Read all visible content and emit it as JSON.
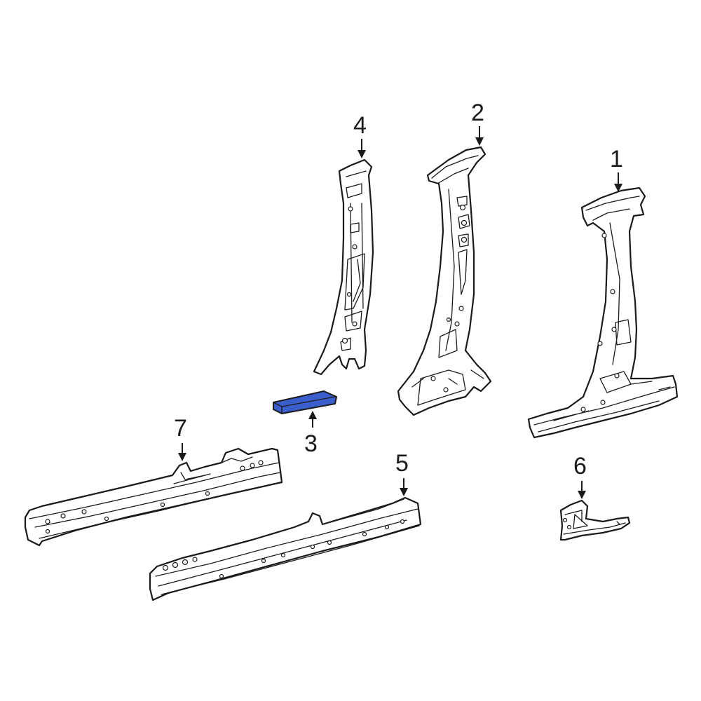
{
  "diagram": {
    "highlight_color": "#3a5fcd",
    "line_color": "#1a1a1a",
    "callouts": [
      {
        "id": "1",
        "label": "1"
      },
      {
        "id": "2",
        "label": "2"
      },
      {
        "id": "3",
        "label": "3"
      },
      {
        "id": "4",
        "label": "4"
      },
      {
        "id": "5",
        "label": "5"
      },
      {
        "id": "6",
        "label": "6"
      },
      {
        "id": "7",
        "label": "7"
      }
    ]
  }
}
